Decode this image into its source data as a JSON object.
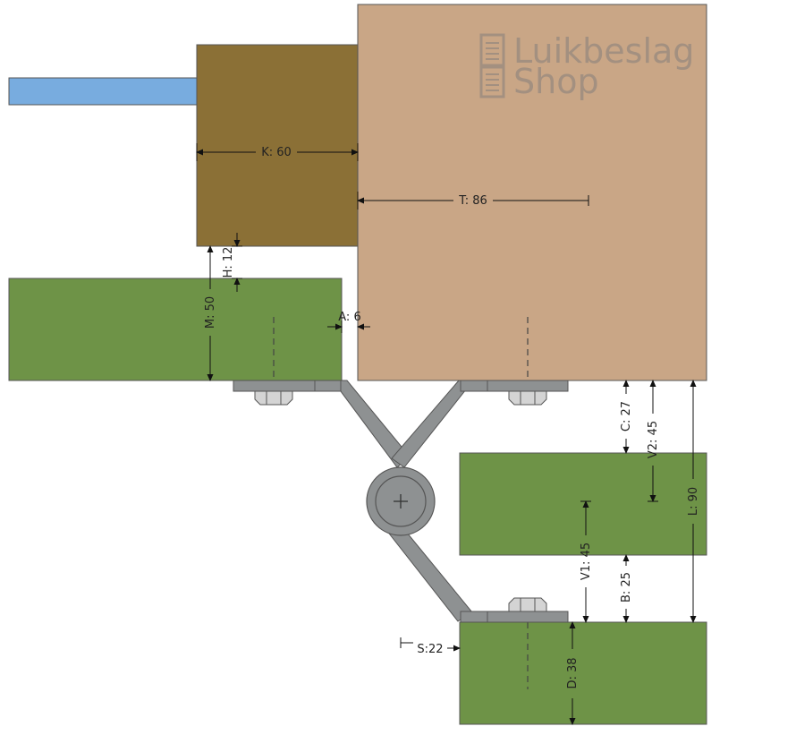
{
  "logo": {
    "line1": "Luikbeslag",
    "line2": "Shop"
  },
  "colors": {
    "frame": "#c9a686",
    "wall": "#8b7036",
    "glass": "#78acdf",
    "green": "#6e9347",
    "hinge": "#8e9192",
    "nut": "#d4d4d4",
    "outline": "#555555",
    "dim": "#111111"
  },
  "dimensions": {
    "K": "K: 60",
    "T": "T: 86",
    "H": "H: 12",
    "M": "M: 50",
    "A": "A: 6",
    "C": "C: 27",
    "V2": "V2: 45",
    "L": "L: 90",
    "V1": "V1: 45",
    "B": "B: 25",
    "S": "S:22",
    "D": "D: 38"
  }
}
